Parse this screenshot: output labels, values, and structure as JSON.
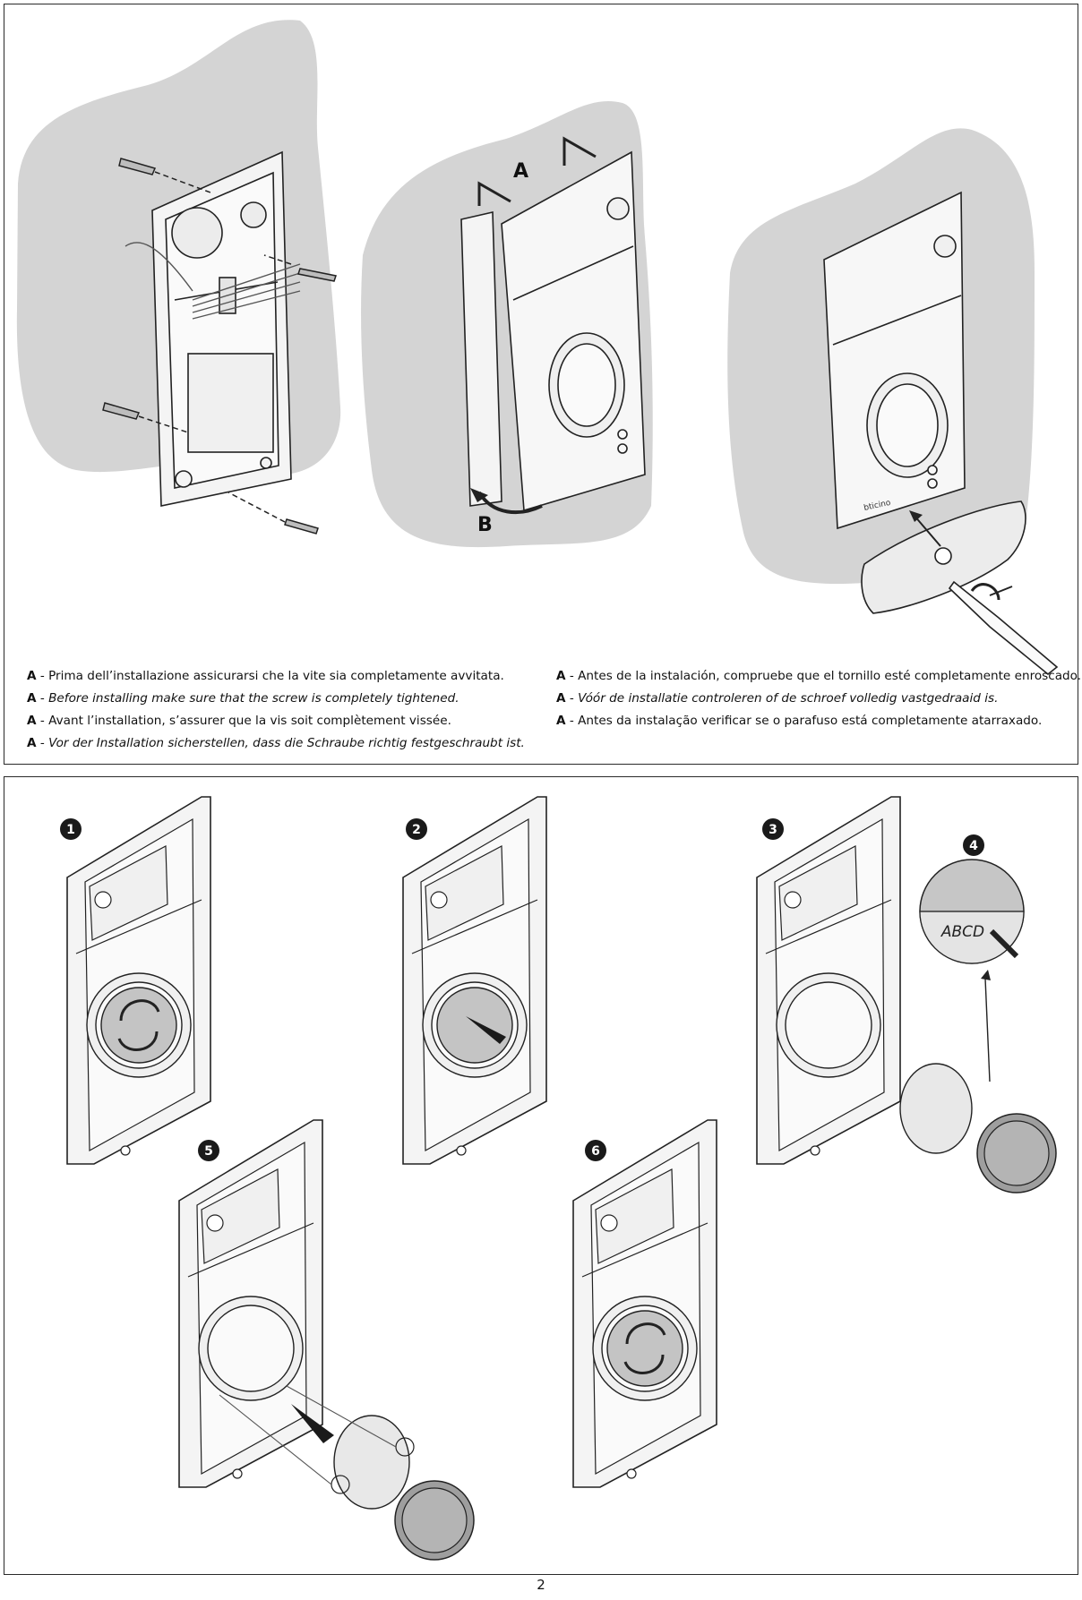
{
  "figure_top": {
    "label_a": "A",
    "label_b": "B",
    "brand_mark": "bticino"
  },
  "captions_left": [
    {
      "key": "A",
      "sep": " - ",
      "text": "Prima dell’installazione assicurarsi che la vite sia completamente avvitata.",
      "italic": false
    },
    {
      "key": "A",
      "sep": " - ",
      "text": "Before installing make sure that the screw is completely tightened.",
      "italic": true
    },
    {
      "key": "A",
      "sep": " - ",
      "text": "Avant l’installation, s’assurer que la vis soit complètement vissée.",
      "italic": false
    },
    {
      "key": "A",
      "sep": " - ",
      "text": "Vor der Installation sicherstellen, dass die Schraube richtig festgeschraubt ist.",
      "italic": true
    }
  ],
  "captions_right": [
    {
      "key": "A",
      "sep": " - ",
      "text": "Antes de la instalación, compruebe que el tornillo esté completamente enroscado.",
      "italic": false
    },
    {
      "key": "A",
      "sep": " - ",
      "text": "Vóór de installatie controleren of de schroef volledig vastgedraaid is.",
      "italic": true
    },
    {
      "key": "A",
      "sep": " - ",
      "text": "Antes da instalação verificar se o parafuso está completamente atarraxado.",
      "italic": false
    }
  ],
  "steps": [
    "1",
    "2",
    "3",
    "4",
    "5",
    "6"
  ],
  "label_card_text": "ABCD",
  "page_number": "2",
  "colors": {
    "wall": "#d4d4d4",
    "outline": "#222222",
    "panel_fill": "#f4f4f4",
    "step_badge": "#1a1a1a",
    "lens_fill": "#c4c4c4"
  }
}
